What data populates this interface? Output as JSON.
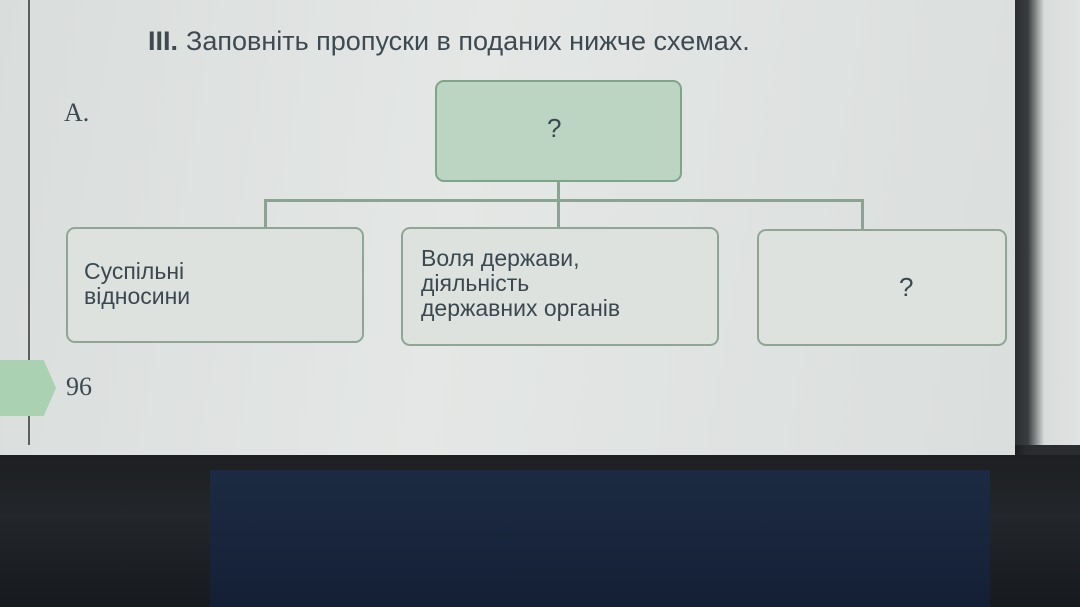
{
  "exercise": {
    "number": "III.",
    "instruction": "Заповніть пропуски в поданих нижче схемах."
  },
  "diagram": {
    "label": "A.",
    "top_box": {
      "text": "?"
    },
    "child_boxes": [
      {
        "text": "Суспільні\nвідносини"
      },
      {
        "text": "Воля держави,\nдіяльність\nдержавних органів"
      },
      {
        "text": "?"
      }
    ]
  },
  "page_number": "96",
  "colors": {
    "top_box_fill": "#bcd4c2",
    "box_border": "#8fa697",
    "text": "#3c4850"
  }
}
